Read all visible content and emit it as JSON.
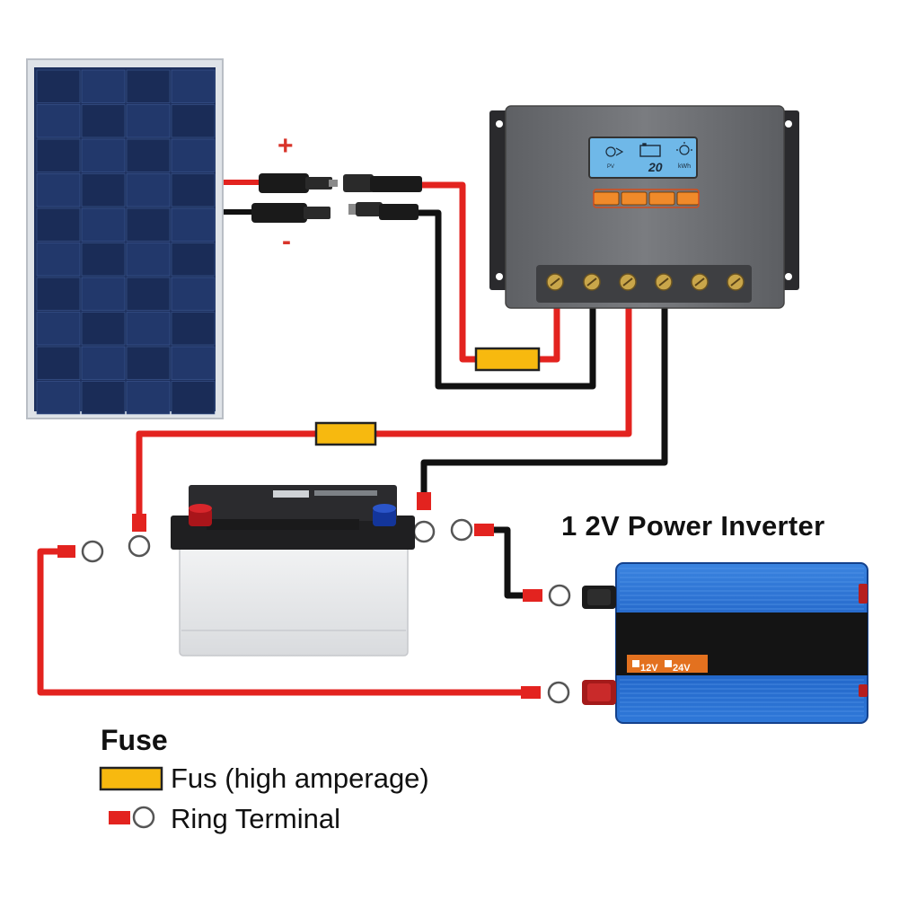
{
  "diagram": {
    "inverter_title": "1 2V Power Inverter",
    "panel_positive": "+",
    "panel_negative": "-",
    "controller_lcd_value": "20",
    "controller_lcd_unit": "kWh",
    "controller_lcd_pv": "PV",
    "inverter_selector_12": "12V",
    "inverter_selector_24": "24V"
  },
  "legend": {
    "title": "Fuse",
    "fuse_label": "Fus (high amperage)",
    "ring_label": "Ring Terminal"
  },
  "colors": {
    "wire_red": "#e3231f",
    "wire_black": "#111111",
    "fuse_fill": "#f7b90f",
    "inverter_blue": "#1f63c8",
    "controller_gray": "#6f7175",
    "lcd_blue": "#6fb8e8",
    "button_orange": "#f08a2a",
    "panel_cell": "#1d2f5c"
  }
}
